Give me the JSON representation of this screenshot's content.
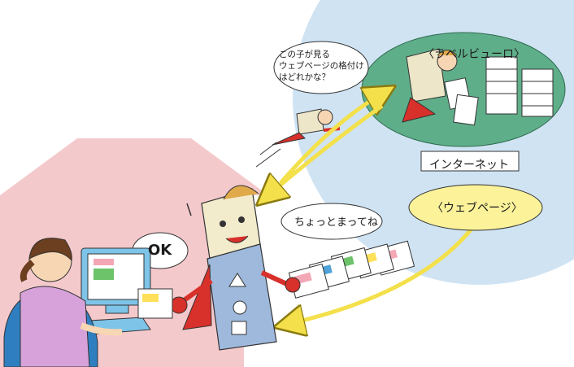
{
  "labels": {
    "label_bureau": "〈ラベルビューロ〉",
    "internet": "インターネット",
    "webpage": "〈ウェブページ〉",
    "ok": "OK",
    "wait": "ちょっとまってね",
    "question_lines": [
      "この子が見る",
      "ウェブページの格付け",
      "はどれかな？"
    ]
  },
  "colors": {
    "internet_sky": "#cfe3f3",
    "bureau_ellipse": "#5fae8a",
    "house": "#f4c9cc",
    "webpage_ellipse": "#fbf29a",
    "arrow": "#f3e04b",
    "character_body": "#9fb9dd",
    "cape": "#d8302a"
  }
}
